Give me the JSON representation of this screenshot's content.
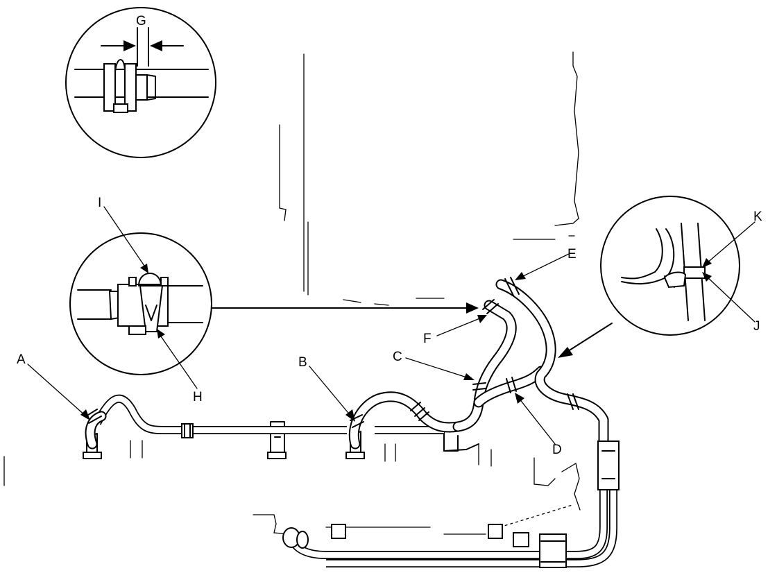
{
  "callouts": {
    "A": "A",
    "B": "B",
    "C": "C",
    "D": "D",
    "E": "E",
    "F": "F",
    "G": "G",
    "H": "H",
    "I": "I",
    "J": "J",
    "K": "K"
  },
  "colors": {
    "line": "#000000",
    "background": "#ffffff"
  }
}
